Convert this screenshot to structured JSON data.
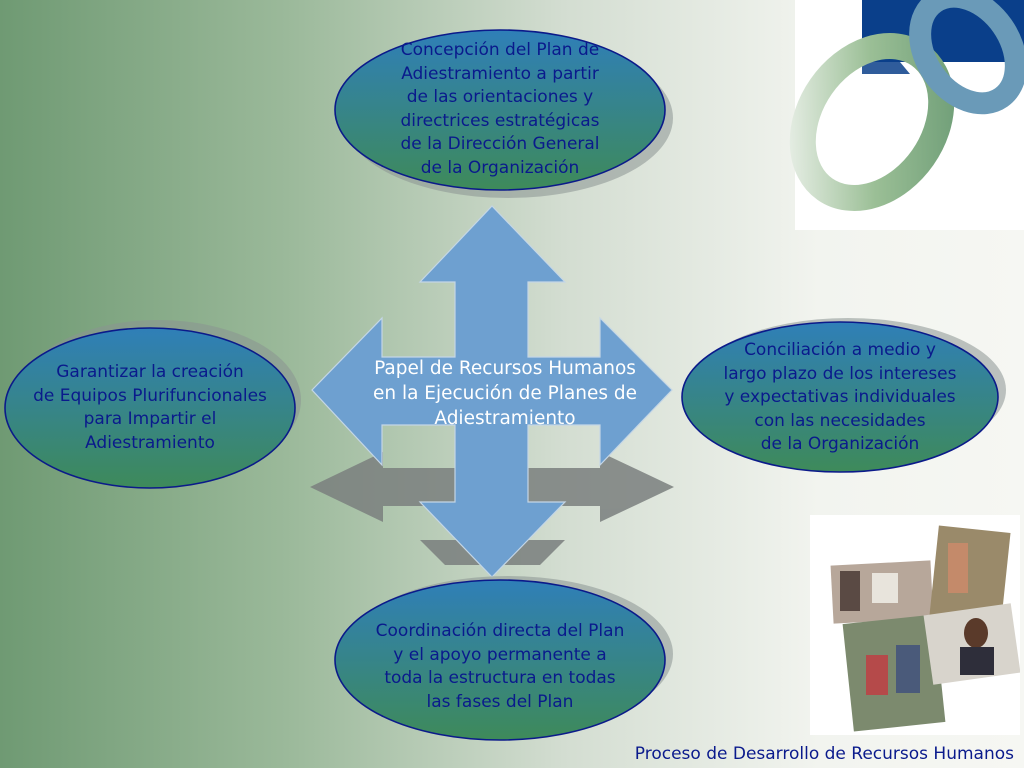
{
  "center": {
    "text": "Papel de Recursos Humanos\nen la Ejecución de Planes de\nAdiestramiento"
  },
  "nodes": {
    "top": {
      "text": "Concepción del Plan de\nAdiestramiento a partir\nde las orientaciones y\ndirectrices estratégicas\nde la Dirección General\nde la Organización"
    },
    "left": {
      "text": "Garantizar la creación\nde Equipos Plurifuncionales\npara Impartir el\nAdiestramiento"
    },
    "right": {
      "text": "Conciliación a medio y\nlargo plazo de los intereses\ny expectativas individuales\ncon las necesidades\nde la Organización"
    },
    "bottom": {
      "text": "Coordinación directa del Plan\ny el apoyo permanente a\ntoda la estructura en todas\nlas fases del Plan"
    }
  },
  "footer": {
    "text": "Proceso de Desarrollo de Recursos Humanos"
  },
  "colors": {
    "ellipse_top": "#2f7fb8",
    "ellipse_bottom": "#3e8a5a",
    "ellipse_border": "#0b1a8a",
    "arrow_fill": "#6ea0d0",
    "arrow_shadow": "#7a7f7e",
    "label_text": "#0a1a8c",
    "logo_blue": "#0a3f8a",
    "logo_ring": "#6a9ab8"
  }
}
